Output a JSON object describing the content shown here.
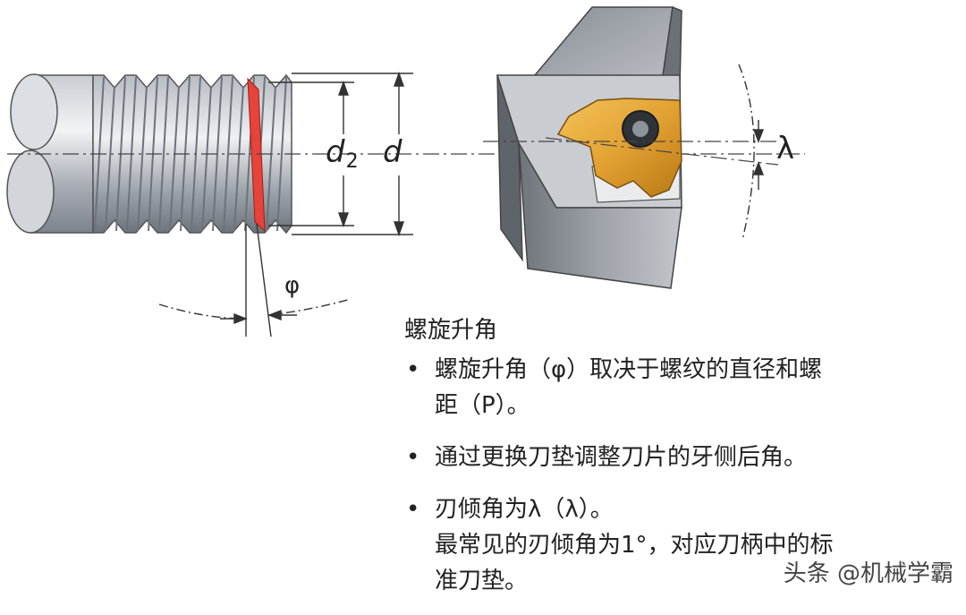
{
  "diagram": {
    "labels": {
      "pitch_diameter": "d",
      "pitch_diameter_sub": "2",
      "major_diameter": "d",
      "helix_angle": "φ",
      "inclination_angle": "λ"
    }
  },
  "text": {
    "heading": "螺旋升角",
    "bullets": [
      {
        "lines": [
          "螺旋升角（φ）取决于螺纹的直径和螺",
          "距（P）。"
        ]
      },
      {
        "lines": [
          "通过更换刀垫调整刀片的牙侧后角。"
        ]
      },
      {
        "lines": [
          "刃倾角为λ（λ）。",
          "最常见的刃倾角为1°，对应刀柄中的标",
          "准刀垫。"
        ]
      }
    ]
  },
  "watermark": "头条 @机械学霸"
}
